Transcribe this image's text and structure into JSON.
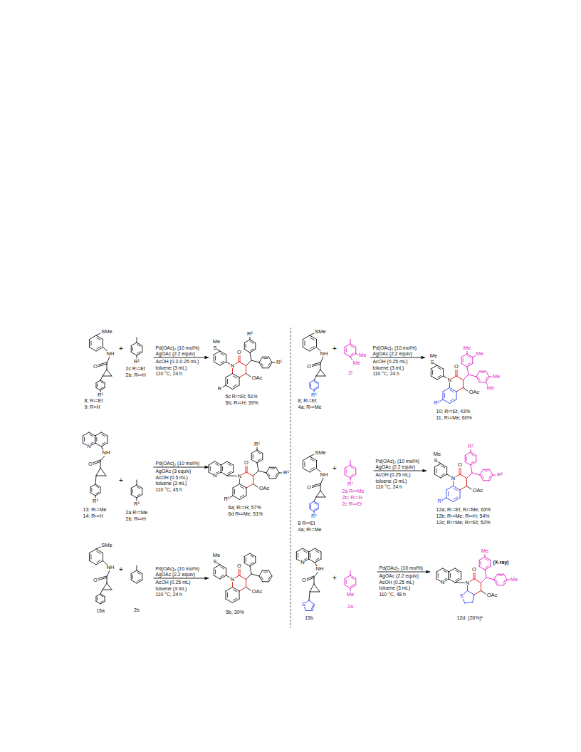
{
  "diagram": {
    "labels": [
      "SMe",
      "NH",
      "O",
      "R¹",
      "8; R¹=Et",
      "9; R=H",
      "+",
      "R¹",
      "2c R¹=Et",
      "2b; R¹=H",
      "Pd(OAc)₂ (10 mol%)",
      "AgOAc (2.2 equiv)",
      "AcOH (0.2-0.25 mL)",
      "toluene (3 mL)",
      "110 °C, 24 h",
      "Me",
      "S",
      "O",
      "N",
      "OAc",
      "R",
      "R¹",
      "R¹",
      "5c R¹=Et; 51%",
      "5b; R¹=H; 39%",
      "SMe",
      "NH",
      "O",
      "R¹",
      "8; R¹=Et",
      "4a; R¹=Me",
      "+",
      "Me",
      "Me",
      "2l",
      "Pd(OAc)₂ (10 mol%)",
      "AgOAc (2.2 equiv)",
      "AcOH (0.25 mL)",
      "toluene (3 mL)",
      "110 °C, 24 h",
      "Me",
      "S",
      "O",
      "N",
      "OAc",
      "R¹",
      "Me",
      "Me",
      "Me",
      "Me",
      "10; R¹=Et; 43%",
      "11; R¹=Me; 60%",
      "N",
      "NH",
      "O",
      "R¹",
      "13: R¹=Me",
      "14: R¹=H",
      "+",
      "R¹",
      "2a R¹=Me",
      "2b; R¹=H",
      "Pd(OAc)₂ (10 mol%)",
      "AgOAc (3 equiv)",
      "AcOH (0.5 mL)",
      "toluene (3 mL)",
      "110 °C, 45 h",
      "N",
      "O",
      "N",
      "OAc",
      "R¹",
      "R¹",
      "R¹",
      "6a; R¹=H; 57%",
      "6d R¹=Me; 51%",
      "SMe",
      "NH",
      "O",
      "R¹",
      "8 R¹=Et",
      "4a; R¹=Me",
      "+",
      "R¹",
      "2a R¹=Me",
      "2b; R¹=H",
      "2c R¹=Et",
      "Pd(OAc)₂ (10 mol%)",
      "AgOAc (2.2 equiv)",
      "AcOH (0.25 mL)",
      "toluene (3 mL)",
      "110 °C, 24 h",
      "Me",
      "S",
      "O",
      "N",
      "OAc",
      "R¹",
      "R²",
      "R²",
      "12a; R¹=Et; R²=Me; 63%",
      "12b; R¹=Me; R²=H; 54%",
      "12c; R¹=Me; R²=Et; 52%",
      "SMe",
      "NH",
      "O",
      "15a",
      "+",
      "2b",
      "Pd(OAc)₂ (10 mol%)",
      "AgOAc (2.2 equiv)",
      "AcOH (0.25 mL)",
      "toluene (3 mL)",
      "110 °C, 24 h",
      "Me",
      "S",
      "O",
      "N",
      "OAc",
      "5b, 30%",
      "N",
      "NH",
      "O",
      "S",
      "15b",
      "+",
      "Me",
      "2a",
      "Pd(OAc)₂ (10 mol%)",
      "AgOAc (2.2 equiv)",
      "AcOH (0.25 mL)",
      "toluene (3 mL)",
      "110 °C, 48 h",
      "N",
      "O",
      "N",
      "OAc",
      "S",
      "Me",
      "Me",
      "(X-ray)",
      "12d: (26%)ᵇ"
    ]
  }
}
